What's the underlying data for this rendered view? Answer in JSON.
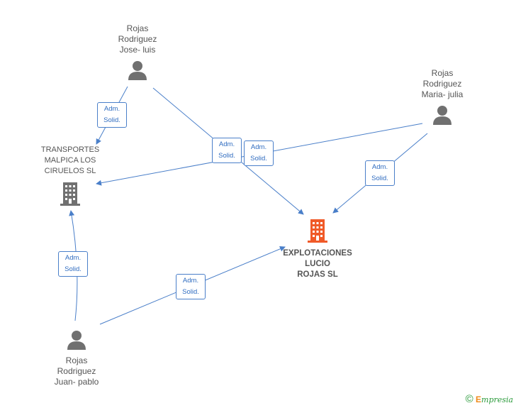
{
  "colors": {
    "edge": "#4a7fc9",
    "person_icon": "#707070",
    "company_icon": "#707070",
    "main_company_icon": "#f05a28",
    "text": "#555555"
  },
  "nodes": {
    "jose_luis": {
      "line1": "Rojas",
      "line2": "Rodriguez",
      "line3": "Jose- luis",
      "icon": "person-icon"
    },
    "maria_julia": {
      "line1": "Rojas",
      "line2": "Rodriguez",
      "line3": "Maria- julia",
      "icon": "person-icon"
    },
    "juan_pablo": {
      "line1": "Rojas",
      "line2": "Rodriguez",
      "line3": "Juan- pablo",
      "icon": "person-icon"
    },
    "transportes": {
      "line1": "TRANSPORTES",
      "line2": "MALPICA LOS",
      "line3": "CIRUELOS SL",
      "icon": "building-icon"
    },
    "explotaciones": {
      "line1": "EXPLOTACIONES",
      "line2": "LUCIO",
      "line3": "ROJAS SL",
      "icon": "building-icon"
    }
  },
  "edge_labels": [
    {
      "line1": "Adm.",
      "line2": "Solid."
    },
    {
      "line1": "Adm.",
      "line2": "Solid."
    },
    {
      "line1": "Adm.",
      "line2": "Solid."
    },
    {
      "line1": "Adm.",
      "line2": "Solid."
    },
    {
      "line1": "Adm.",
      "line2": "Solid."
    },
    {
      "line1": "Adm.",
      "line2": "Solid."
    }
  ],
  "footer": {
    "copyright": "©",
    "brand_e": "E",
    "brand_rest": "mpresia"
  }
}
